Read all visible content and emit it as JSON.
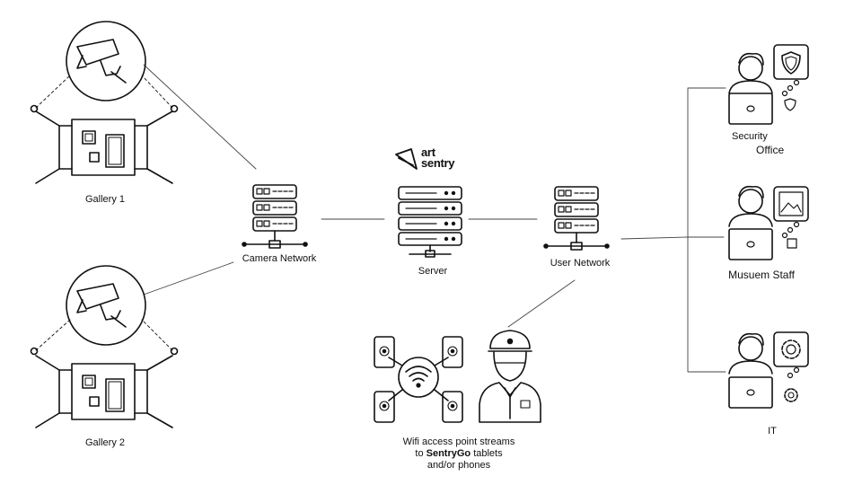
{
  "brand": {
    "line1": "art",
    "line2": "sentry"
  },
  "nodes": {
    "gallery1": "Gallery 1",
    "gallery2": "Gallery 2",
    "camera_network": "Camera Network",
    "server": "Server",
    "user_network": "User Network",
    "security_office_line1": "Security",
    "security_office_line2": "Office",
    "museum_staff": "Musuem Staff",
    "it": "IT"
  },
  "wifi": {
    "line1": "Wifi access point streams",
    "line2_prefix": "to ",
    "line2_bold": "SentryGo",
    "line2_suffix": " tablets",
    "line3": "and/or phones"
  },
  "icons": [
    "cctv-camera-icon",
    "gallery-room-icon",
    "network-rack-icon",
    "server-icon",
    "user-laptop-icon",
    "shield-icon",
    "picture-frame-icon",
    "gear-icon",
    "wifi-icon",
    "phone-icon",
    "security-guard-icon",
    "art-sentry-logo-icon"
  ]
}
